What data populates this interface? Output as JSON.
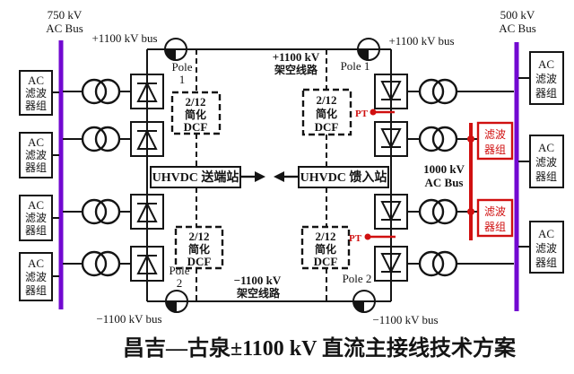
{
  "title": "昌吉—古泉±1100 kV 直流主接线技术方案",
  "colors": {
    "bus_purple": "#7209D1",
    "accent_red": "#D01010",
    "line_black": "#141414",
    "background": "#ffffff"
  },
  "buses": {
    "left_ac": {
      "line1": "750 kV",
      "line2": "AC Bus"
    },
    "right_ac": {
      "line1": "500 kV",
      "line2": "AC Bus"
    },
    "mid_ac": {
      "line1": "1000 kV",
      "line2": "AC Bus"
    }
  },
  "dc": {
    "bus_pos": "+1100 kV bus",
    "bus_neg": "−1100 kV bus",
    "line_pos_1": "+1100 kV",
    "line_pos_2": "架空线路",
    "line_neg_1": "−1100 kV",
    "line_neg_2": "架空线路"
  },
  "stations": {
    "sending": "UHVDC 送端站",
    "receiving": "UHVDC 馈入站"
  },
  "poles": {
    "p1_word": "Pole",
    "p1_num": "1",
    "p2_word": "Pole",
    "p2_num": "2",
    "p1_right": "Pole 1",
    "p2_right": "Pole 2"
  },
  "boxes": {
    "ac_filter": {
      "l1": "AC",
      "l2": "滤波",
      "l3": "器组"
    },
    "red_filter": {
      "l1": "滤波",
      "l2": "器组"
    },
    "dcf": {
      "l1": "2/12",
      "l2": "简化",
      "l3": "DCF"
    }
  },
  "pt": "PT"
}
